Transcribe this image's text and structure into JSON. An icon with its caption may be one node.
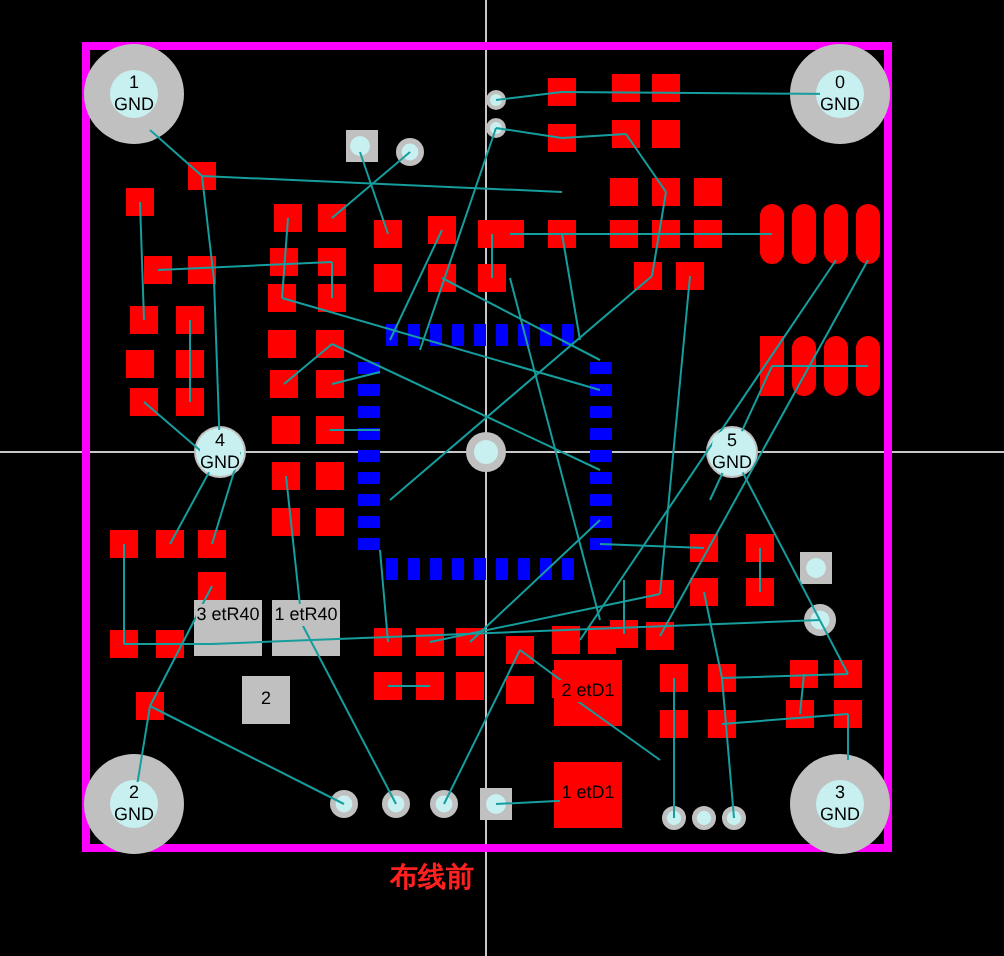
{
  "diagram": {
    "caption": "布线前",
    "labels": [
      "1 GND",
      "0 GND",
      "4 GND",
      "5 GND",
      "2 GND",
      "3 GND",
      "3 etR40",
      "1 etR40",
      "2",
      "2 etD1",
      "1 etD1"
    ]
  }
}
